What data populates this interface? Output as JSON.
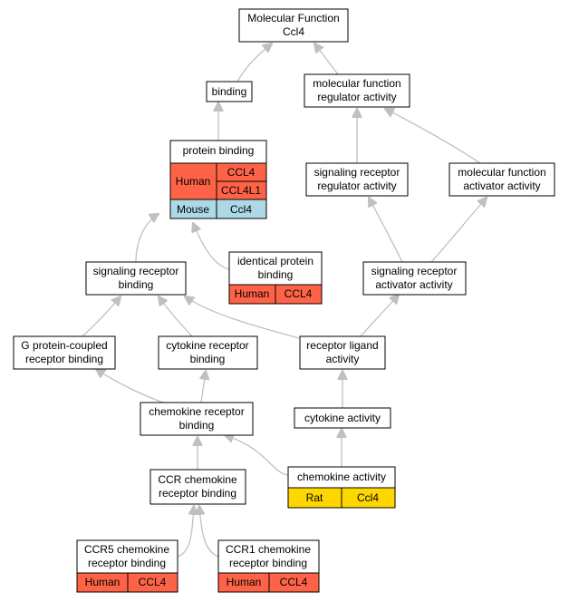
{
  "colors": {
    "human": "#ff6347",
    "mouse": "#add8e6",
    "rat": "#ffd700",
    "edge": "#c0c0c0"
  },
  "nodes": {
    "root": {
      "lines": [
        "Molecular Function",
        "Ccl4"
      ]
    },
    "binding": {
      "lines": [
        "binding"
      ]
    },
    "mf_regulator": {
      "lines": [
        "molecular function",
        "regulator activity"
      ]
    },
    "protein_binding": {
      "lines": [
        "protein binding"
      ],
      "annotations": [
        {
          "species": "Human",
          "genes": [
            "CCL4",
            "CCL4L1"
          ]
        },
        {
          "species": "Mouse",
          "genes": [
            "Ccl4"
          ]
        }
      ]
    },
    "sig_reg": {
      "lines": [
        "signaling receptor",
        "regulator activity"
      ]
    },
    "mf_activator": {
      "lines": [
        "molecular function",
        "activator activity"
      ]
    },
    "sig_rec_binding": {
      "lines": [
        "signaling receptor",
        "binding"
      ]
    },
    "identical_protein": {
      "lines": [
        "identical protein",
        "binding"
      ],
      "annotations": [
        {
          "species": "Human",
          "genes": [
            "CCL4"
          ]
        }
      ]
    },
    "sig_rec_activator": {
      "lines": [
        "signaling receptor",
        "activator activity"
      ]
    },
    "gpcr_binding": {
      "lines": [
        "G protein-coupled",
        "receptor binding"
      ]
    },
    "cytokine_rec_binding": {
      "lines": [
        "cytokine receptor",
        "binding"
      ]
    },
    "receptor_ligand": {
      "lines": [
        "receptor ligand",
        "activity"
      ]
    },
    "chemokine_rec_binding": {
      "lines": [
        "chemokine receptor",
        "binding"
      ]
    },
    "cytokine_activity": {
      "lines": [
        "cytokine activity"
      ]
    },
    "chemokine_activity": {
      "lines": [
        "chemokine activity"
      ],
      "annotations": [
        {
          "species": "Rat",
          "genes": [
            "Ccl4"
          ]
        }
      ]
    },
    "ccr_binding": {
      "lines": [
        "CCR chemokine",
        "receptor binding"
      ]
    },
    "ccr5_binding": {
      "lines": [
        "CCR5 chemokine",
        "receptor binding"
      ],
      "annotations": [
        {
          "species": "Human",
          "genes": [
            "CCL4"
          ]
        }
      ]
    },
    "ccr1_binding": {
      "lines": [
        "CCR1 chemokine",
        "receptor binding"
      ],
      "annotations": [
        {
          "species": "Human",
          "genes": [
            "CCL4"
          ]
        }
      ]
    }
  }
}
